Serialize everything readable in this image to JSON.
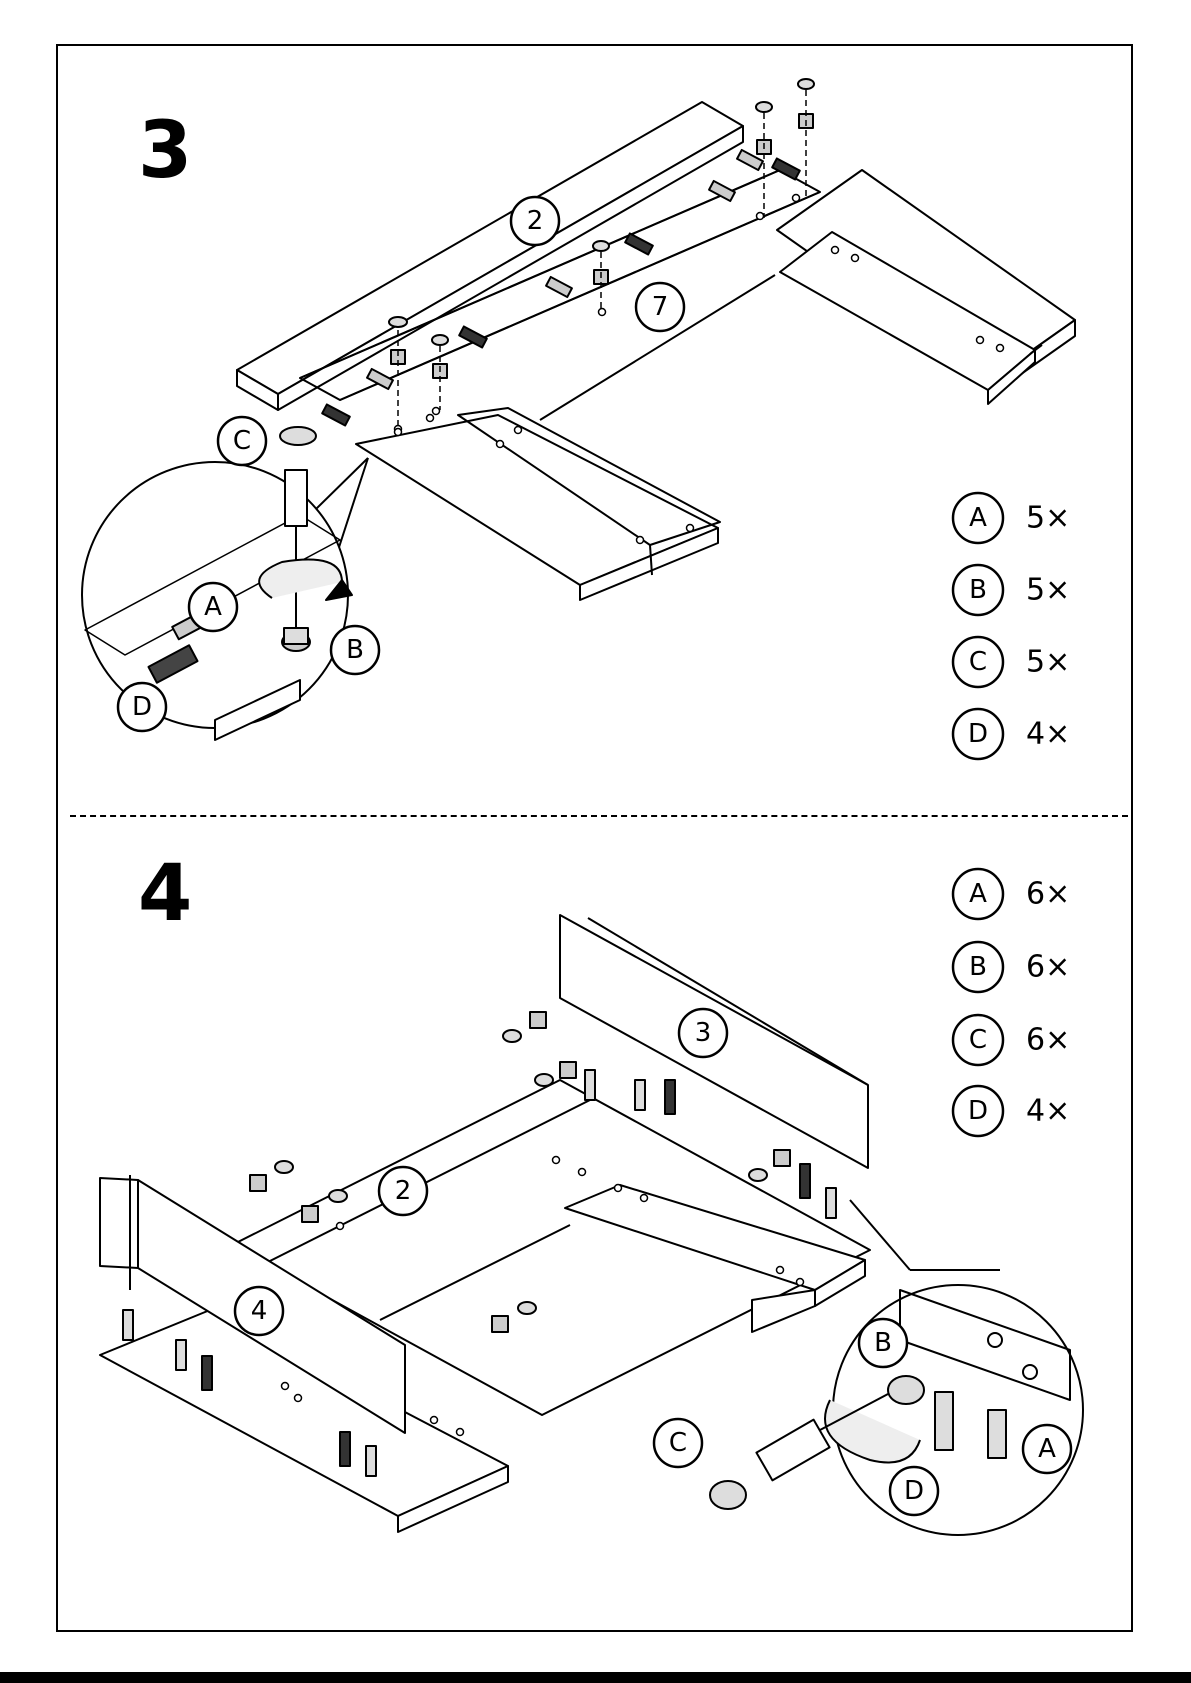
{
  "steps": [
    {
      "number": "3",
      "parts": [
        {
          "letter": "A",
          "qty": "5×"
        },
        {
          "letter": "B",
          "qty": "5×"
        },
        {
          "letter": "C",
          "qty": "5×"
        },
        {
          "letter": "D",
          "qty": "4×"
        }
      ],
      "panel_labels": [
        "2",
        "7"
      ],
      "detail_labels": [
        "C",
        "A",
        "B",
        "D"
      ]
    },
    {
      "number": "4",
      "parts": [
        {
          "letter": "A",
          "qty": "6×"
        },
        {
          "letter": "B",
          "qty": "6×"
        },
        {
          "letter": "C",
          "qty": "6×"
        },
        {
          "letter": "D",
          "qty": "4×"
        }
      ],
      "panel_labels": [
        "3",
        "2",
        "4"
      ],
      "detail_labels": [
        "B",
        "C",
        "A",
        "D"
      ]
    }
  ]
}
